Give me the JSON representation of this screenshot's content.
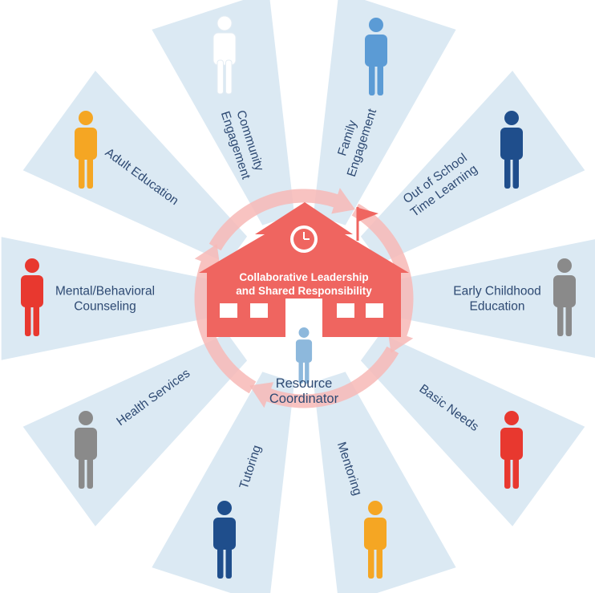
{
  "center": {
    "school_line1": "Collaborative Leadership",
    "school_line2": "and Shared Responsibility",
    "coordinator_line1": "Resource",
    "coordinator_line2": "Coordinator"
  },
  "colors": {
    "ray": "#dbe9f3",
    "school": "#ef6560",
    "cycle_arrows": "#f7b8b6",
    "label_text": "#2e4a73",
    "coordinator": "#8db8dc"
  },
  "spokes": [
    {
      "name": "community-engagement",
      "lines": [
        "Community",
        "Engagement"
      ],
      "person_color": "#ffffff"
    },
    {
      "name": "family-engagement",
      "lines": [
        "Family",
        "Engagement"
      ],
      "person_color": "#5b9bd5"
    },
    {
      "name": "out-of-school-time-learning",
      "lines": [
        "Out of School",
        "Time Learning"
      ],
      "person_color": "#1f4e8c"
    },
    {
      "name": "early-childhood-education",
      "lines": [
        "Early Childhood",
        "Education"
      ],
      "person_color": "#8a8a8a"
    },
    {
      "name": "basic-needs",
      "lines": [
        "Basic Needs"
      ],
      "person_color": "#e8382f"
    },
    {
      "name": "mentoring",
      "lines": [
        "Mentoring"
      ],
      "person_color": "#f5a623"
    },
    {
      "name": "tutoring",
      "lines": [
        "Tutoring"
      ],
      "person_color": "#1f4e8c"
    },
    {
      "name": "health-services",
      "lines": [
        "Health Services"
      ],
      "person_color": "#8a8a8a"
    },
    {
      "name": "mental-behavioral-counseling",
      "lines": [
        "Mental/Behavioral",
        "Counseling"
      ],
      "person_color": "#e8382f"
    },
    {
      "name": "adult-education",
      "lines": [
        "Adult Education"
      ],
      "person_color": "#f5a623"
    }
  ]
}
